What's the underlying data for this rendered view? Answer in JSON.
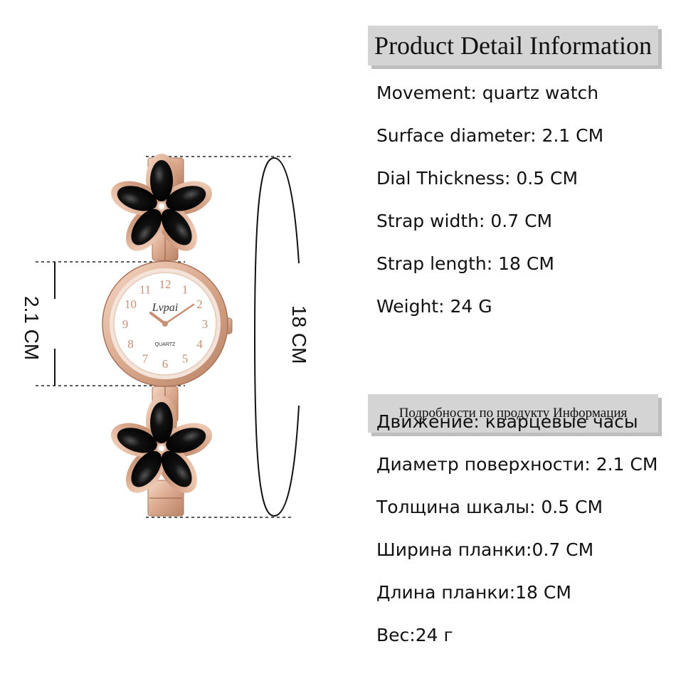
{
  "product_image": {
    "dial_brand": "Lvpai",
    "dial_text": "QUARTZ",
    "dial_numerals": [
      "12",
      "1",
      "2",
      "3",
      "4",
      "5",
      "6",
      "7",
      "8",
      "9",
      "10",
      "11"
    ],
    "dimension_small": "2.1 CM",
    "dimension_large": "18 CM",
    "colors": {
      "rose_gold": "#d9a88c",
      "petal_black": "#111111",
      "dial_white": "#ffffff",
      "numeral": "#c98f73"
    }
  },
  "english": {
    "header": "Product Detail Information",
    "specs": [
      "Movement: quartz watch",
      "Surface diameter: 2.1 CM",
      "Dial Thickness: 0.5 CM",
      "Strap width: 0.7 CM",
      "Strap length: 18 CM",
      "Weight: 24 G"
    ]
  },
  "russian": {
    "header": "Подробности по продукту Информация",
    "specs": [
      "Движение: кварцевые часы",
      "Диаметр поверхности: 2.1 CM",
      "Толщина шкалы: 0.5 CM",
      "Ширина планки:0.7 CM",
      "Длина планки:18 CM",
      "Вес:24 г"
    ]
  }
}
